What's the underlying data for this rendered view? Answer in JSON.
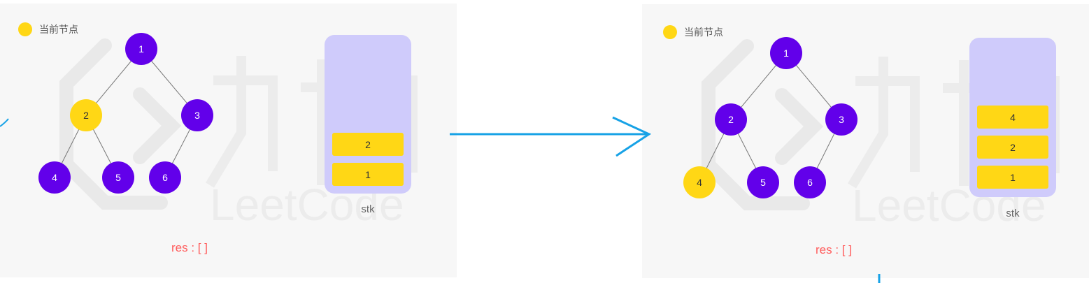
{
  "colors": {
    "node_default": "#6200ea",
    "node_current": "#ffd715",
    "stack_bg": "#cfcbfb",
    "stack_item": "#ffd715",
    "edge": "#777777",
    "arrow": "#17a2e6",
    "res_text": "#ff5b5b"
  },
  "panels": [
    {
      "legend": "当前节点",
      "watermark": "LeetCode",
      "current_node": "2",
      "nodes": [
        "1",
        "2",
        "3",
        "4",
        "5",
        "6"
      ],
      "edges": [
        [
          "1",
          "2"
        ],
        [
          "1",
          "3"
        ],
        [
          "2",
          "4"
        ],
        [
          "2",
          "5"
        ],
        [
          "3",
          "6"
        ]
      ],
      "stack_items": [
        "2",
        "1"
      ],
      "stack_label": "stk",
      "res": "res : [ ]"
    },
    {
      "legend": "当前节点",
      "watermark": "LeetCode",
      "current_node": "4",
      "nodes": [
        "1",
        "2",
        "3",
        "4",
        "5",
        "6"
      ],
      "edges": [
        [
          "1",
          "2"
        ],
        [
          "1",
          "3"
        ],
        [
          "2",
          "4"
        ],
        [
          "2",
          "5"
        ],
        [
          "3",
          "6"
        ]
      ],
      "stack_items": [
        "4",
        "2",
        "1"
      ],
      "stack_label": "stk",
      "res": "res : [ ]"
    }
  ]
}
